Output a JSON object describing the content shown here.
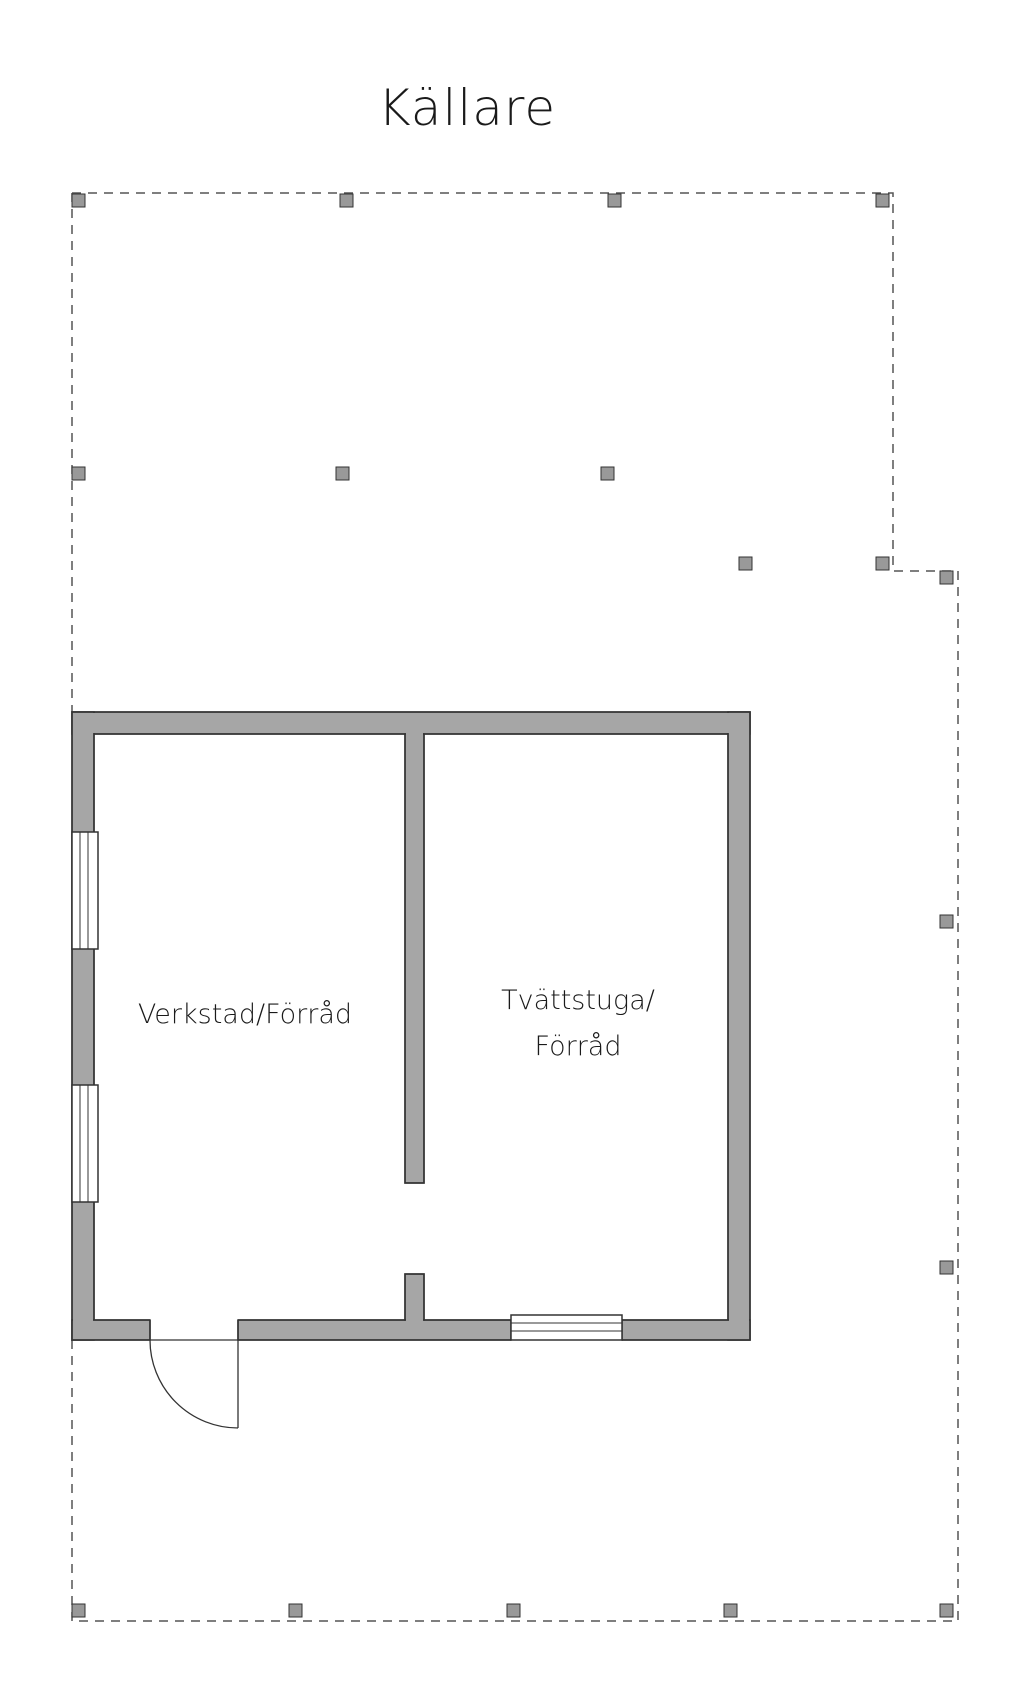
{
  "floor": {
    "title": "Källare"
  },
  "rooms": {
    "workshop": {
      "label": "Verkstad/Förråd"
    },
    "laundry": {
      "line1": "Tvättstuga/",
      "line2": "Förråd"
    }
  },
  "colors": {
    "wall": "#a6a6a6",
    "outline": "#333333",
    "dashed": "#555555",
    "post": "#999999"
  }
}
